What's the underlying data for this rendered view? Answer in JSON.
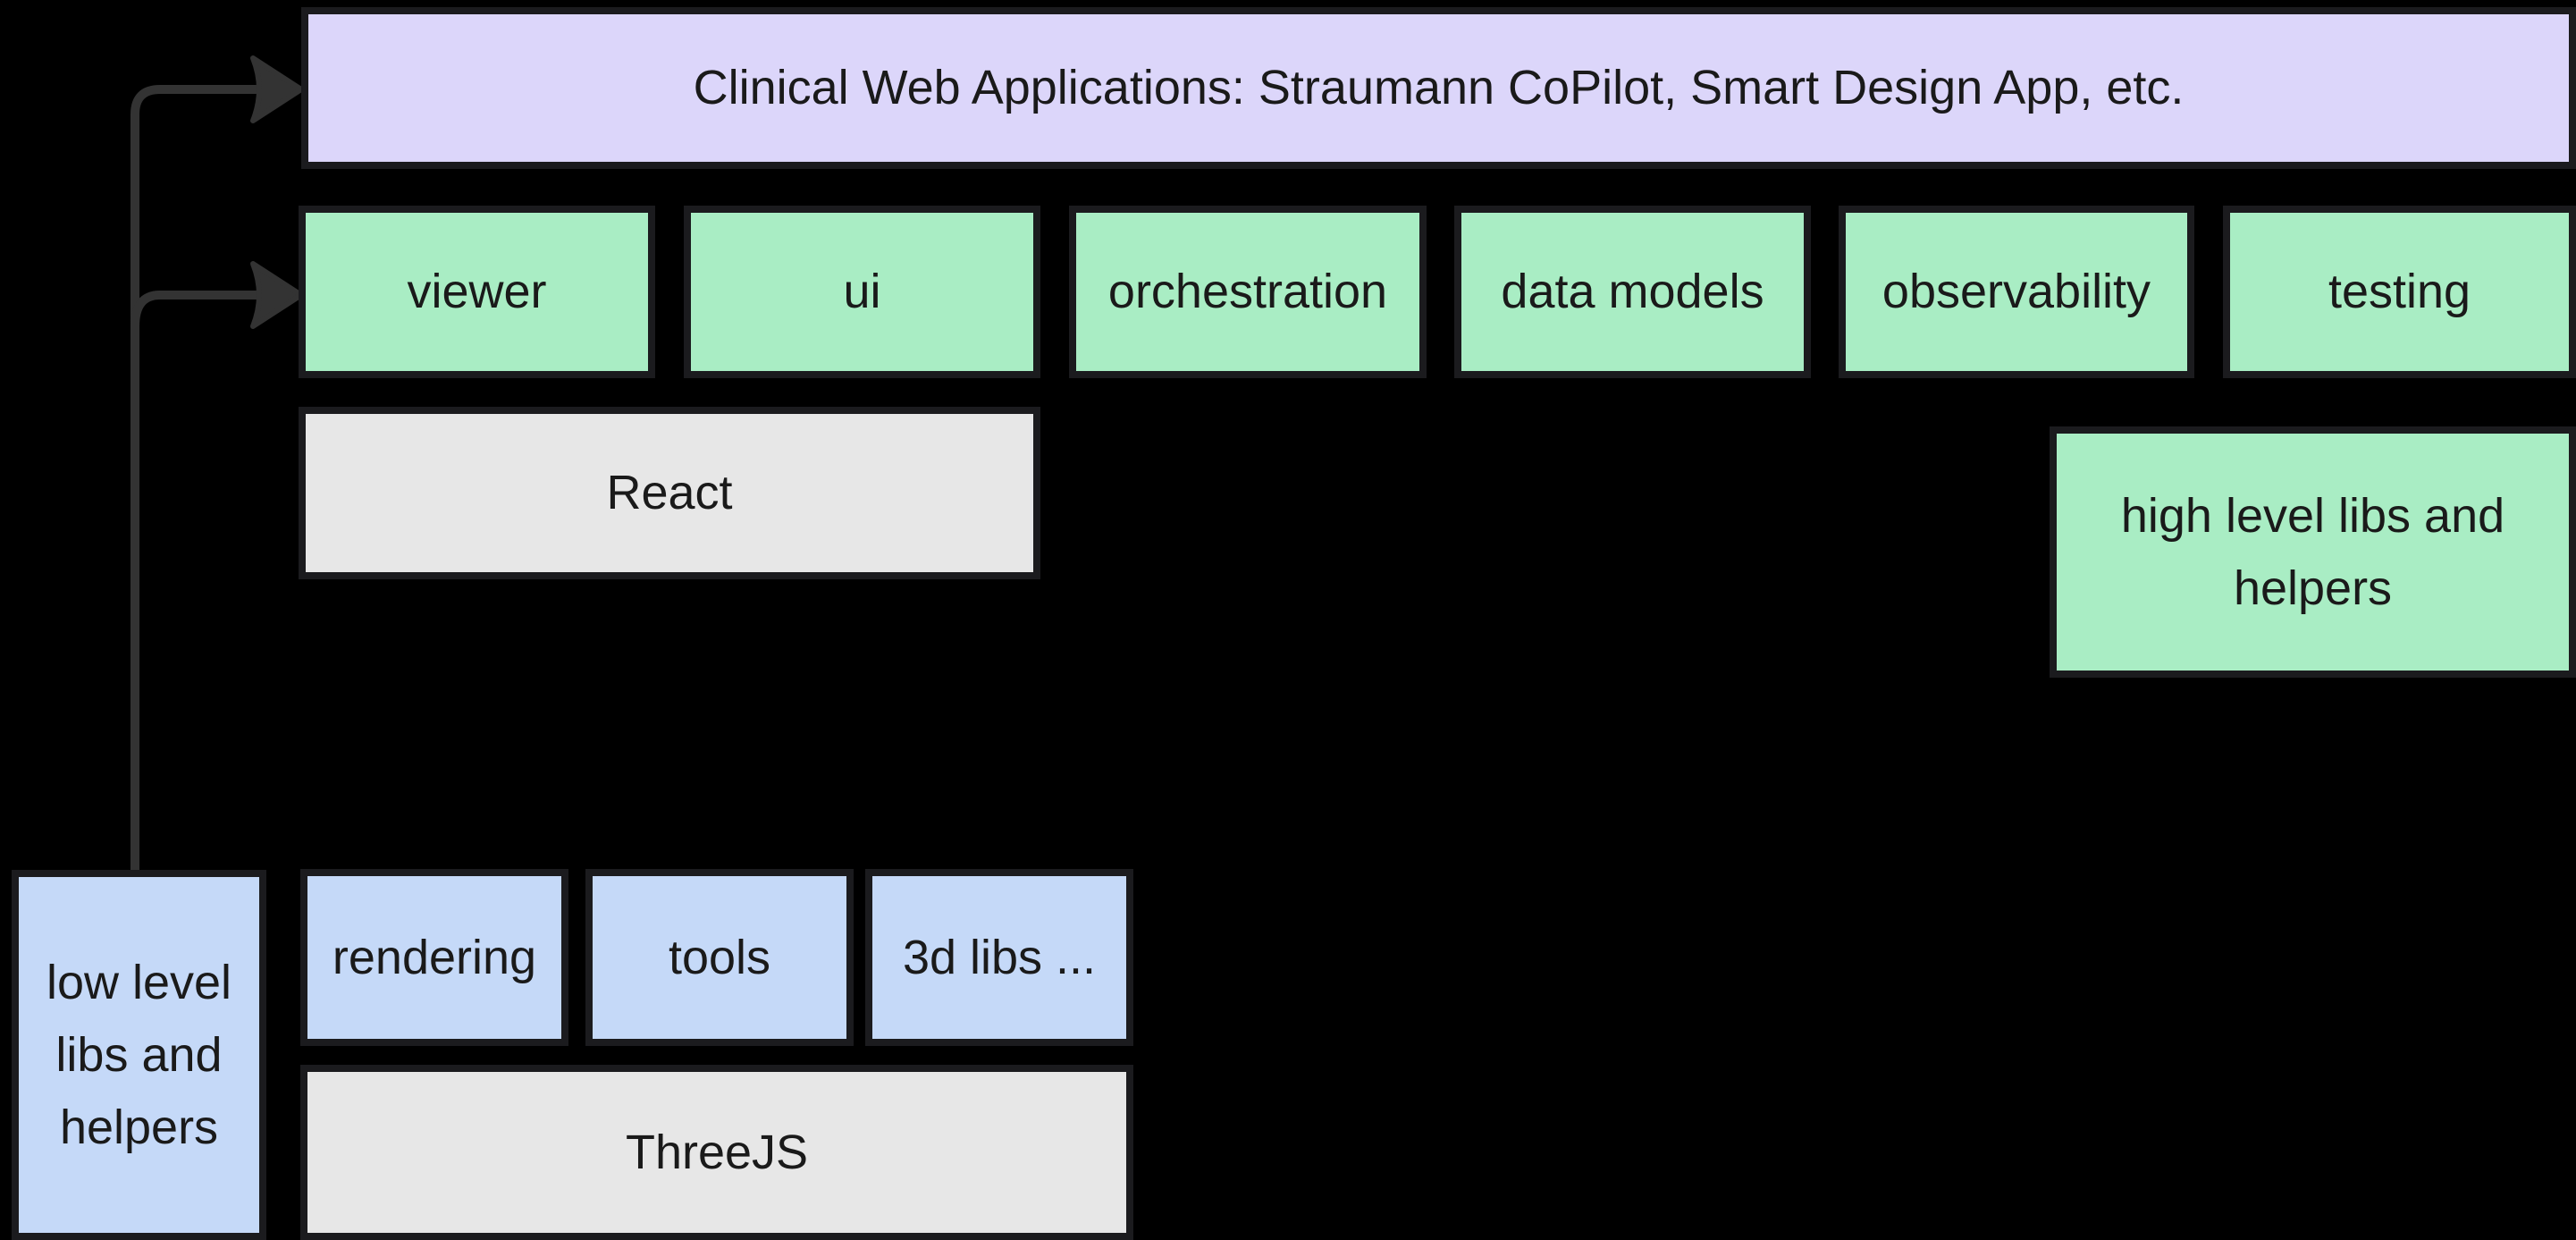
{
  "diagram": {
    "title": "frontend architecture layers diagram",
    "background_color": "#000000",
    "colors": {
      "application_fill": "#DCD6FA",
      "high_level_fill": "#A9EDC4",
      "low_level_fill": "#C5D9F8",
      "framework_fill": "#E7E7E7",
      "node_border": "#1B1B1E",
      "arrow": "#333333",
      "text": "#1A1A1A"
    },
    "nodes": [
      {
        "id": "clinical",
        "label": "Clinical Web Applications: Straumann CoPilot, Smart Design App, etc.",
        "kind": "application"
      },
      {
        "id": "viewer",
        "label": "viewer",
        "kind": "high-level-package"
      },
      {
        "id": "ui",
        "label": "ui",
        "kind": "high-level-package"
      },
      {
        "id": "orchestration",
        "label": "orchestration",
        "kind": "high-level-package"
      },
      {
        "id": "datamodels",
        "label": "data models",
        "kind": "high-level-package"
      },
      {
        "id": "observability",
        "label": "observability",
        "kind": "high-level-package"
      },
      {
        "id": "testing",
        "label": "testing",
        "kind": "high-level-package"
      },
      {
        "id": "react",
        "label": "React",
        "kind": "framework"
      },
      {
        "id": "highlevel",
        "label": "high level libs and helpers",
        "kind": "group-label"
      },
      {
        "id": "lowlevel",
        "label": "low level libs and helpers",
        "kind": "group-label"
      },
      {
        "id": "rendering",
        "label": "rendering",
        "kind": "low-level-package"
      },
      {
        "id": "tools",
        "label": "tools",
        "kind": "low-level-package"
      },
      {
        "id": "threedlibs",
        "label": "3d libs ...",
        "kind": "low-level-package"
      },
      {
        "id": "threejs",
        "label": "ThreeJS",
        "kind": "framework"
      }
    ],
    "edges": [
      {
        "from": "lowlevel",
        "to": "clinical"
      },
      {
        "from": "lowlevel",
        "to": "viewer"
      }
    ]
  }
}
